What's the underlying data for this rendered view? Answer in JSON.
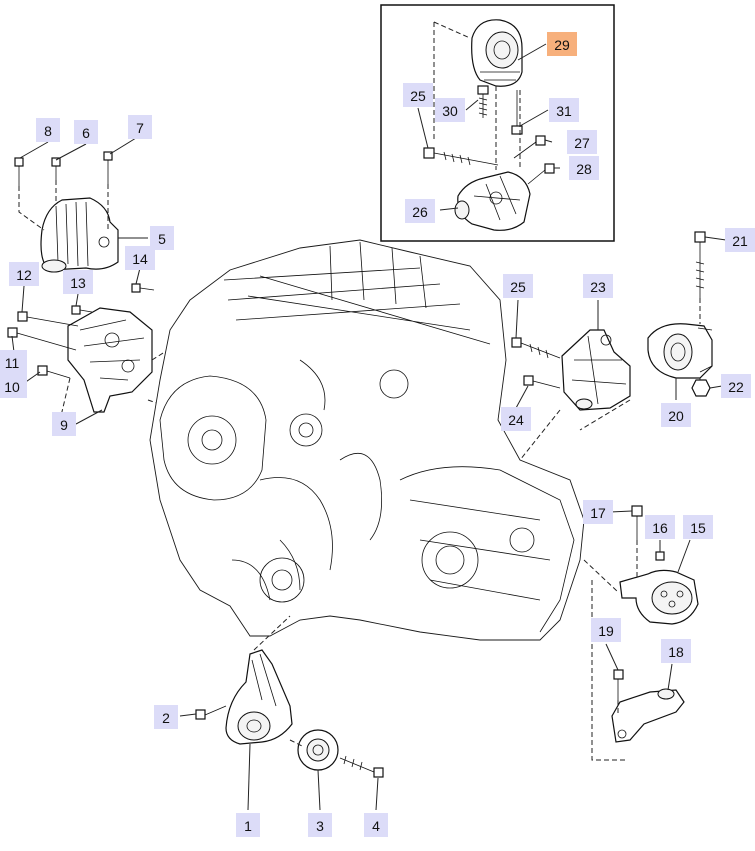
{
  "callouts": [
    {
      "label": "1"
    },
    {
      "label": "2"
    },
    {
      "label": "3"
    },
    {
      "label": "4"
    },
    {
      "label": "5"
    },
    {
      "label": "6"
    },
    {
      "label": "7"
    },
    {
      "label": "8"
    },
    {
      "label": "9"
    },
    {
      "label": "10"
    },
    {
      "label": "11"
    },
    {
      "label": "12"
    },
    {
      "label": "13"
    },
    {
      "label": "14"
    },
    {
      "label": "15"
    },
    {
      "label": "16"
    },
    {
      "label": "17"
    },
    {
      "label": "18"
    },
    {
      "label": "19"
    },
    {
      "label": "20"
    },
    {
      "label": "21"
    },
    {
      "label": "22"
    },
    {
      "label": "23"
    },
    {
      "label": "24"
    },
    {
      "label": "25"
    },
    {
      "label": "26"
    },
    {
      "label": "27"
    },
    {
      "label": "28"
    },
    {
      "label": "29",
      "highlighted": true
    },
    {
      "label": "30"
    },
    {
      "label": "31"
    },
    {
      "label": "25"
    }
  ],
  "colors": {
    "callout_fill": "#dcdcf8",
    "callout_highlight": "#f7b07c",
    "line": "#111111",
    "background": "#ffffff"
  }
}
